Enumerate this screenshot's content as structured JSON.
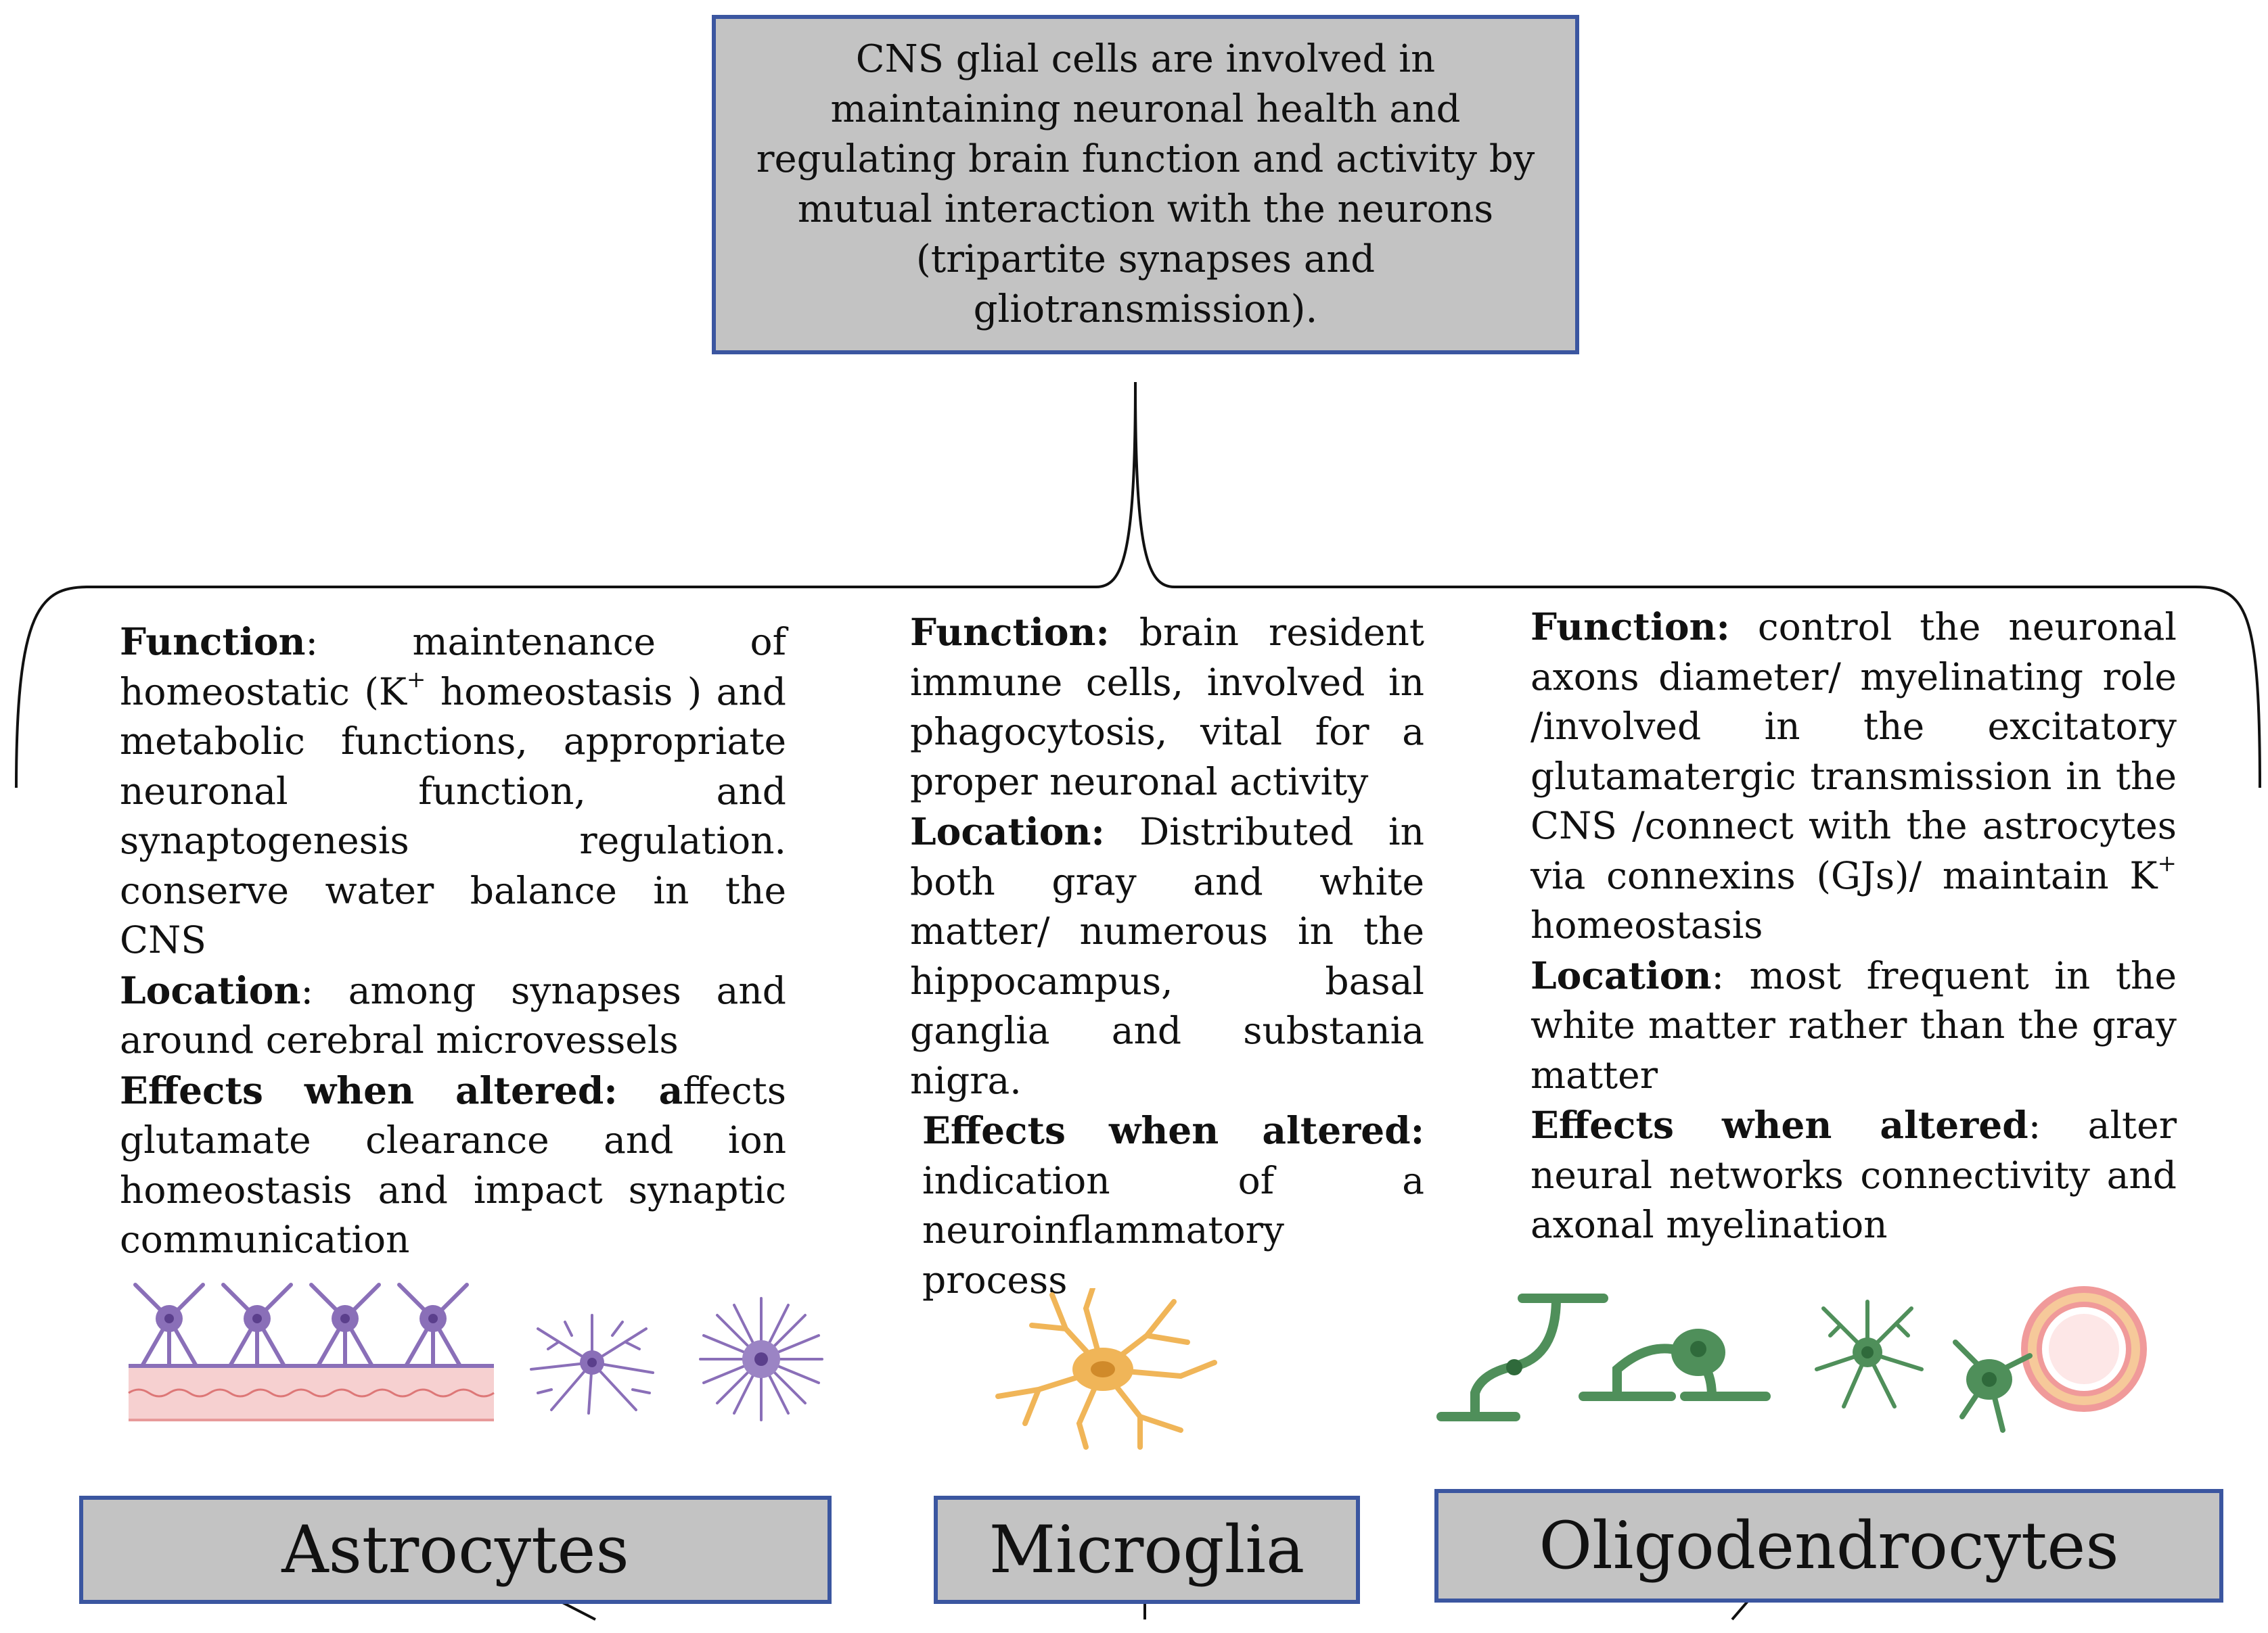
{
  "summary": "CNS glial cells are involved in maintaining neuronal health and regulating brain function and activity by mutual interaction with the neurons (tripartite synapses and gliotransmission).",
  "columns": {
    "astrocytes": {
      "name": "Astrocytes",
      "function_label": "Function",
      "function_text_a": ": maintenance of homeostatic (K",
      "function_sup": "+",
      "function_text_b": " homeostasis ) and metabolic functions, appropriate neuronal function, and synaptogenesis regulation. conserve water balance in the CNS",
      "location_label": "Location",
      "location_text": ": among synapses and around cerebral microvessels",
      "effects_label": "Effects when altered: a",
      "effects_text": "ffects glutamate clearance and ion homeostasis and impact synaptic communication"
    },
    "microglia": {
      "name": "Microglia",
      "function_label": "Function:",
      "function_text": " brain resident immune cells, involved in phagocytosis, vital for a proper neuronal activity",
      "location_label": "Location:",
      "location_text": " Distributed in both gray and white matter/ numerous in the hippocampus, basal ganglia and substania nigra.",
      "effects_label": "Effects when altered:",
      "effects_text": " indication of a neuroinflammatory process"
    },
    "oligodendrocytes": {
      "name": "Oligodendrocytes",
      "function_label": "Function:",
      "function_text_a": " control the neuronal axons diameter/ myelinating role /involved in the excitatory glutamatergic transmission in the CNS /connect with the astrocytes via connexins (GJs)/ maintain K",
      "function_sup": "+",
      "function_text_b": " homeostasis",
      "location_label": "Location",
      "location_text": ": most frequent in the white matter rather than the gray matter",
      "effects_label": "Effects when altered",
      "effects_text": ": alter neural networks connectivity and axonal myelination"
    }
  },
  "colors": {
    "box_fill": "#c3c3c3",
    "box_border": "#3b56a0",
    "astrocyte": "#8a6fb8",
    "astrocyte_dark": "#5b3f8c",
    "vessel": "#f3c5c5",
    "microglia": "#f0b558",
    "oligodendrocyte": "#4f8f5a",
    "myelin": "#f09a9a"
  }
}
